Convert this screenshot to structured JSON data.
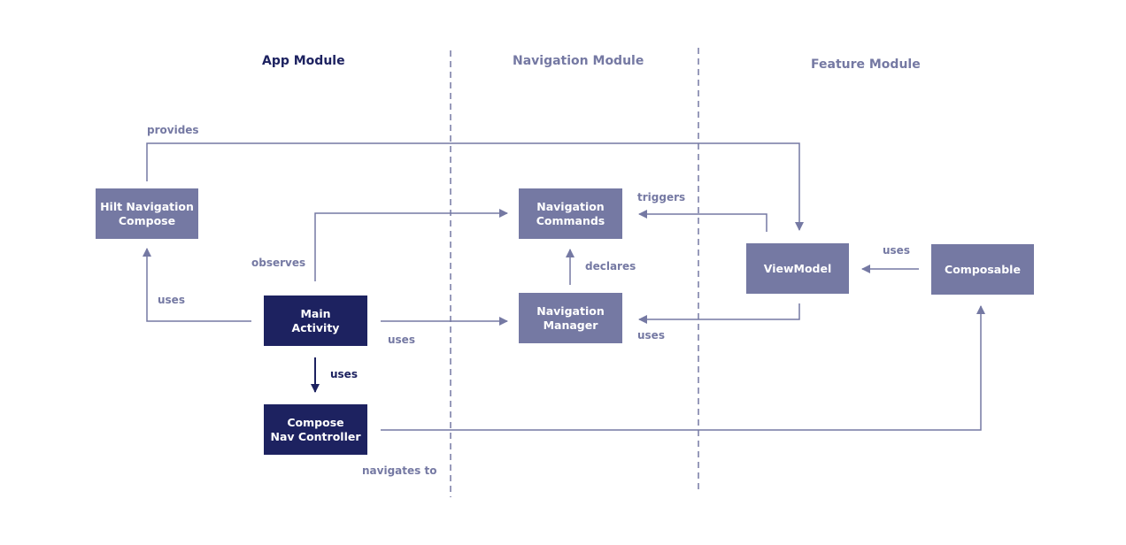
{
  "colors": {
    "node_light": "#7579a3",
    "node_dark": "#1d2260",
    "edge": "#7579a3",
    "edge_dark": "#1d2260",
    "module_title_dark": "#1d2260",
    "module_title_light": "#7579a3"
  },
  "modules": {
    "app": "App Module",
    "navigation": "Navigation Module",
    "feature": "Feature Module"
  },
  "nodes": {
    "hilt": "Hilt Navigation\nCompose",
    "main_activity": "Main\nActivity",
    "compose_nav": "Compose\nNav Controller",
    "nav_commands": "Navigation\nCommands",
    "nav_manager": "Navigation\nManager",
    "viewmodel": "ViewModel",
    "composable": "Composable"
  },
  "edge_labels": {
    "provides": "provides",
    "observes": "observes",
    "uses_hilt": "uses",
    "uses_manager": "uses",
    "uses_navctrl": "uses",
    "declares": "declares",
    "triggers": "triggers",
    "uses_vm_manager": "uses",
    "uses_composable": "uses",
    "navigates_to": "navigates to"
  }
}
